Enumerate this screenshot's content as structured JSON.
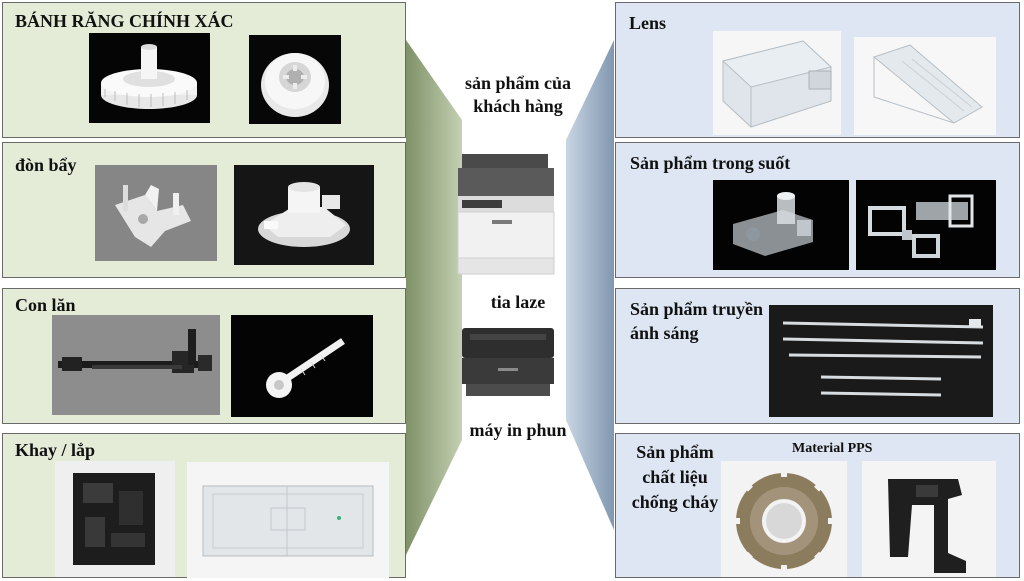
{
  "colors": {
    "left_panel_bg": "#e4ecd8",
    "right_panel_bg": "#dde6f2",
    "left_funnel": "#9fb08a",
    "right_funnel": "#a5b6ca",
    "panel_border": "#6a6a6a"
  },
  "left_panels": [
    {
      "title": "BÁNH RĂNG CHÍNH XÁC",
      "images": [
        "white-spur-gear-photo",
        "white-gear-hub-photo"
      ]
    },
    {
      "title": "đòn bẩy",
      "images": [
        "white-lever-part-photo",
        "white-cam-part-photo"
      ]
    },
    {
      "title": "Con lăn",
      "images": [
        "black-roller-shaft-photo",
        "white-gear-shaft-photo"
      ]
    },
    {
      "title": "Khay / lắp",
      "images": [
        "black-tray-photo",
        "clear-cover-photo"
      ]
    }
  ],
  "center": {
    "customer_label": "sản phẩm của khách hàng",
    "laser_label": "tia laze",
    "inkjet_label": "máy in phun",
    "images": [
      "multifunction-printer-photo",
      "laser-printer-photo"
    ]
  },
  "right_panels": [
    {
      "title": "Lens",
      "images": [
        "acrylic-block-lens-photo",
        "acrylic-prism-lens-photo"
      ]
    },
    {
      "title": "Sản phẩm trong suốt",
      "images": [
        "clear-part-photo",
        "clear-parts-group-photo"
      ]
    },
    {
      "title": "Sản phẩm truyền ánh sáng",
      "images": [
        "light-guide-rods-photo"
      ]
    },
    {
      "title": "Sản phẩm chất liệu chống cháy",
      "material_label": "Material PPS",
      "images": [
        "pps-gear-photo",
        "pps-bracket-photo"
      ]
    }
  ]
}
